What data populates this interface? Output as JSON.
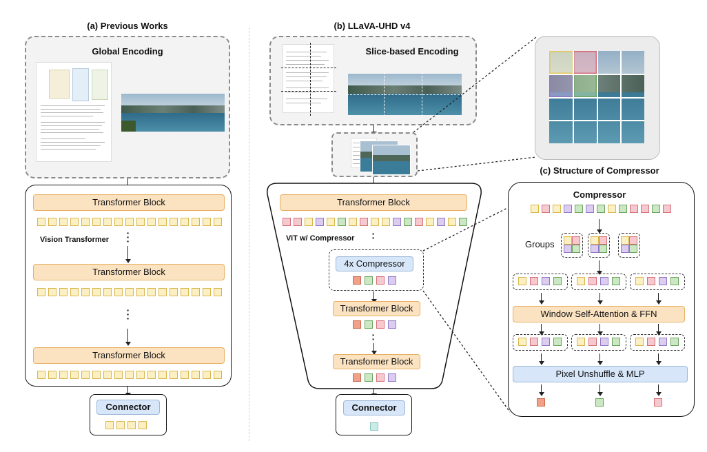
{
  "panels": {
    "a_title": "(a) Previous Works",
    "b_title": "(b) LLaVA-UHD v4",
    "c_title": "(c) Structure of Compressor"
  },
  "panel_a": {
    "encoding_title": "Global Encoding",
    "transformer_block": "Transformer Block",
    "vit_label": "Vision Transformer",
    "connector": "Connector"
  },
  "panel_b": {
    "encoding_title": "Slice-based Encoding",
    "transformer_block": "Transformer Block",
    "vit_label": "ViT w/ Compressor",
    "compressor": "4x Compressor",
    "connector": "Connector"
  },
  "panel_c": {
    "compressor_title": "Compressor",
    "groups_label": "Groups",
    "attention": "Window Self-Attention & FFN",
    "mlp": "Pixel Unshuffle & MLP"
  },
  "colors": {
    "token_yellow": "#fbefc4",
    "token_pink": "#f6c9cf",
    "token_purple": "#dccdf0",
    "token_green": "#cce7c4",
    "transformer_fill": "#fbe3c2",
    "compressor_fill": "#d7e6f8"
  }
}
